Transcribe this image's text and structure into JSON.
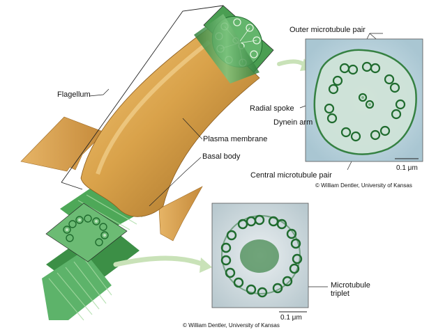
{
  "labels": {
    "flagellum": "Flagellum",
    "plasma_membrane": "Plasma membrane",
    "basal_body": "Basal body",
    "outer_microtubule_pair": "Outer microtubule pair",
    "radial_spoke": "Radial spoke",
    "dynein_arm": "Dynein arm",
    "central_microtubule_pair": "Central microtubule pair",
    "microtubule_triplet": "Microtubule\ntriplet"
  },
  "micrographs": {
    "flagellum_section": {
      "scale_label": "0.1 μm",
      "credit": "© William Dentler, University of Kansas"
    },
    "basal_body_section": {
      "scale_label": "0.1 μm",
      "credit": "© William Dentler, University of Kansas"
    }
  },
  "colors": {
    "membrane": "#d9a24a",
    "membrane_dark": "#a9722a",
    "microtubule": "#3f9a4a",
    "microtubule_light": "#a9dca5",
    "micrograph_bg": "#c9dde4",
    "micrograph_stain": "#1f6b2e",
    "arrow": "#c9e2b8"
  }
}
